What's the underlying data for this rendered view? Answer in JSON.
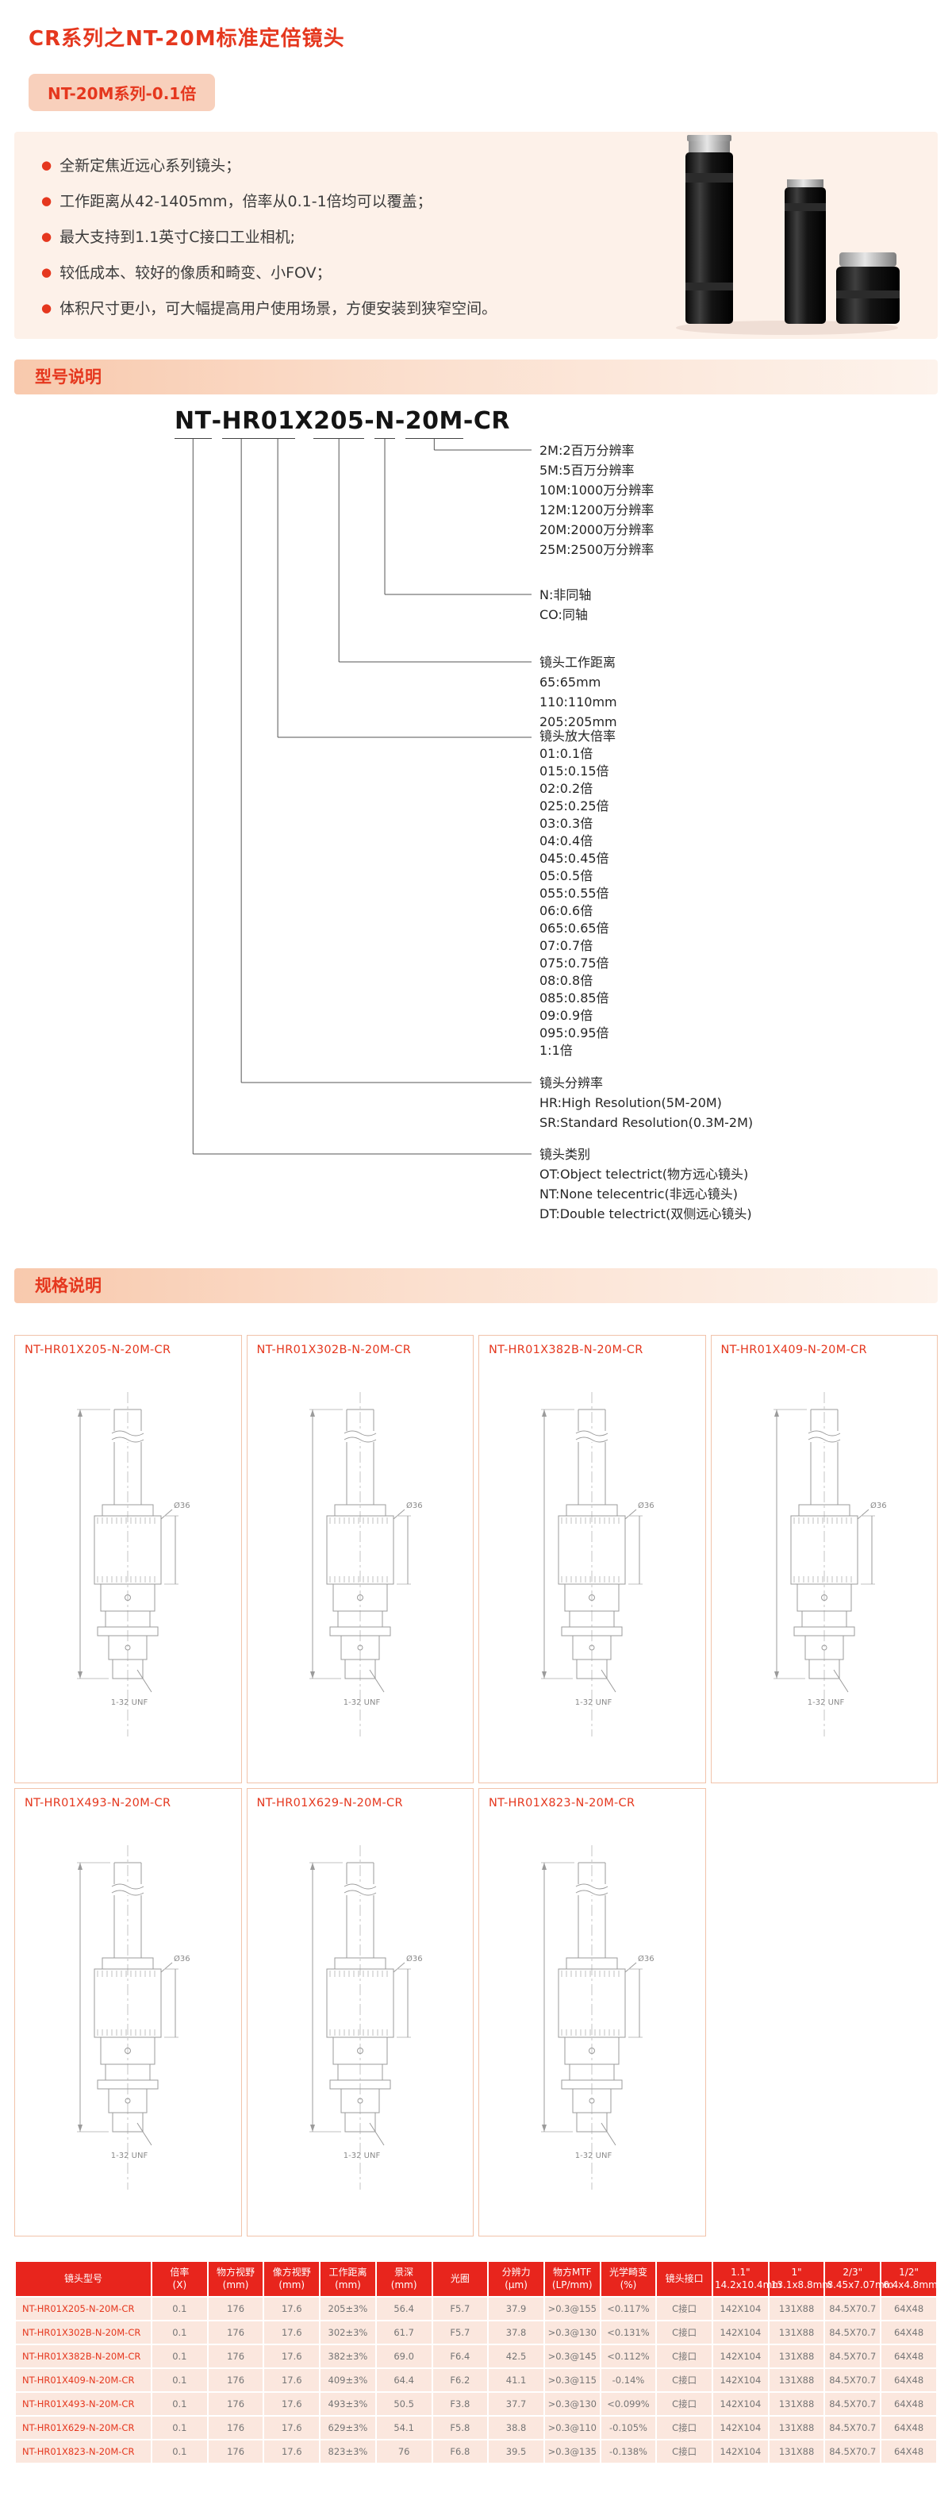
{
  "colors": {
    "accent": "#e5371e",
    "table_header_bg": "#e8251d",
    "panel_bg": "#fdf1e9",
    "bar_bg": "#f8c9ad",
    "cell_bg": "#fbe7de"
  },
  "page": {
    "title": "CR系列之NT-20M标准定倍镜头",
    "series_badge": "NT-20M系列-0.1倍"
  },
  "features": {
    "items": [
      "全新定焦近远心系列镜头；",
      "工作距离从42-1405mm，倍率从0.1-1倍均可以覆盖；",
      "最大支持到1.1英寸C接口工业相机;",
      "较低成本、较好的像质和畸变、小FOV；",
      "体积尺寸更小，可大幅提高用户使用场景，方便安装到狭窄空间。"
    ]
  },
  "sections": {
    "model_explain": "型号说明",
    "spec_explain": "规格说明"
  },
  "model_diagram": {
    "model_number": "NT-HR01X205-N-20M-CR",
    "segments": [
      {
        "text": "NT",
        "group": 5
      },
      {
        "text": "-"
      },
      {
        "text": "HR",
        "group": 4
      },
      {
        "text": "01",
        "group": 3
      },
      {
        "text": "X"
      },
      {
        "text": "205",
        "group": 2
      },
      {
        "text": "-"
      },
      {
        "text": "N",
        "group": 1
      },
      {
        "text": "-"
      },
      {
        "text": "20M",
        "group": 0
      },
      {
        "text": "-"
      },
      {
        "text": "CR"
      }
    ],
    "groups": [
      {
        "title": "",
        "lines": [
          "2M:2百万分辨率",
          "5M:5百万分辨率",
          "10M:1000万分辨率",
          "12M:1200万分辨率",
          "20M:2000万分辨率",
          "25M:2500万分辨率"
        ]
      },
      {
        "title": "",
        "lines": [
          "N:非同轴",
          "CO:同轴"
        ]
      },
      {
        "title": "镜头工作距离",
        "lines": [
          "65:65mm",
          "110:110mm",
          "205:205mm"
        ]
      },
      {
        "title": "镜头放大倍率",
        "lines": [
          "01:0.1倍",
          "015:0.15倍",
          "02:0.2倍",
          "025:0.25倍",
          "03:0.3倍",
          "04:0.4倍",
          "045:0.45倍",
          "05:0.5倍",
          "055:0.55倍",
          "06:0.6倍",
          "065:0.65倍",
          "07:0.7倍",
          "075:0.75倍",
          "08:0.8倍",
          "085:0.85倍",
          "09:0.9倍",
          "095:0.95倍",
          "1:1倍"
        ]
      },
      {
        "title": "镜头分辨率",
        "lines": [
          "HR:High Resolution(5M-20M)",
          "SR:Standard Resolution(0.3M-2M)"
        ]
      },
      {
        "title": "镜头类别",
        "lines": [
          "OT:Object telectrict(物方远心镜头)",
          "NT:None telecentric(非远心镜头)",
          "DT:Double telectrict(双侧远心镜头)"
        ]
      }
    ]
  },
  "drawings": {
    "titles": [
      "NT-HR01X205-N-20M-CR",
      "NT-HR01X302B-N-20M-CR",
      "NT-HR01X382B-N-20M-CR",
      "NT-HR01X409-N-20M-CR",
      "NT-HR01X493-N-20M-CR",
      "NT-HR01X629-N-20M-CR",
      "NT-HR01X823-N-20M-CR"
    ],
    "annotations": {
      "diameter": "Ø36",
      "thread": "1-32 UNF"
    }
  },
  "spec_table": {
    "headers": [
      "镜头型号",
      "倍率\n(X)",
      "物方视野\n(mm)",
      "像方视野\n(mm)",
      "工作距离\n(mm)",
      "景深\n(mm)",
      "光圈",
      "分辨力\n(μm)",
      "物方MTF\n(LP/mm)",
      "光学畸变\n(%)",
      "镜头接口",
      "1.1\"\n14.2x10.4mm",
      "1\"\n13.1x8.8mm",
      "2/3\"\n8.45x7.07mm",
      "1/2\"\n6.4x4.8mm"
    ],
    "rows": [
      [
        "NT-HR01X205-N-20M-CR",
        "0.1",
        "176",
        "17.6",
        "205±3%",
        "56.4",
        "F5.7",
        "37.9",
        ">0.3@155",
        "<0.117%",
        "C接口",
        "142X104",
        "131X88",
        "84.5X70.7",
        "64X48"
      ],
      [
        "NT-HR01X302B-N-20M-CR",
        "0.1",
        "176",
        "17.6",
        "302±3%",
        "61.7",
        "F5.7",
        "37.8",
        ">0.3@130",
        "<0.131%",
        "C接口",
        "142X104",
        "131X88",
        "84.5X70.7",
        "64X48"
      ],
      [
        "NT-HR01X382B-N-20M-CR",
        "0.1",
        "176",
        "17.6",
        "382±3%",
        "69.0",
        "F6.4",
        "42.5",
        ">0.3@145",
        "<0.112%",
        "C接口",
        "142X104",
        "131X88",
        "84.5X70.7",
        "64X48"
      ],
      [
        "NT-HR01X409-N-20M-CR",
        "0.1",
        "176",
        "17.6",
        "409±3%",
        "64.4",
        "F6.2",
        "41.1",
        ">0.3@115",
        "-0.14%",
        "C接口",
        "142X104",
        "131X88",
        "84.5X70.7",
        "64X48"
      ],
      [
        "NT-HR01X493-N-20M-CR",
        "0.1",
        "176",
        "17.6",
        "493±3%",
        "50.5",
        "F3.8",
        "37.7",
        ">0.3@130",
        "<0.099%",
        "C接口",
        "142X104",
        "131X88",
        "84.5X70.7",
        "64X48"
      ],
      [
        "NT-HR01X629-N-20M-CR",
        "0.1",
        "176",
        "17.6",
        "629±3%",
        "54.1",
        "F5.8",
        "38.8",
        ">0.3@110",
        "-0.105%",
        "C接口",
        "142X104",
        "131X88",
        "84.5X70.7",
        "64X48"
      ],
      [
        "NT-HR01X823-N-20M-CR",
        "0.1",
        "176",
        "17.6",
        "823±3%",
        "76",
        "F6.8",
        "39.5",
        ">0.3@135",
        "-0.138%",
        "C接口",
        "142X104",
        "131X88",
        "84.5X70.7",
        "64X48"
      ]
    ]
  }
}
